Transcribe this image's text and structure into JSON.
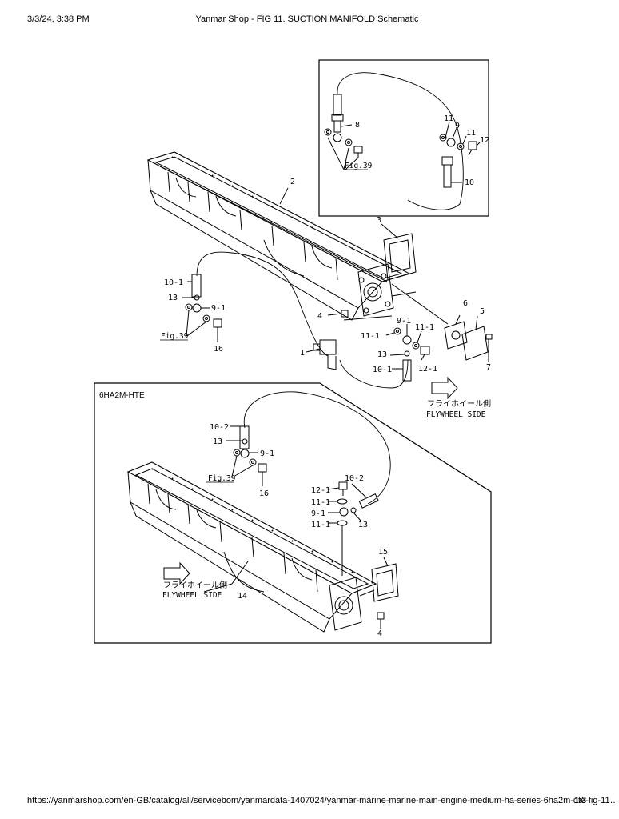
{
  "header": {
    "timestamp": "3/3/24, 3:38 PM",
    "title": "Yanmar Shop - FIG 11. SUCTION MANIFOLD Schematic"
  },
  "footer": {
    "url": "https://yanmarshop.com/en-GB/catalog/all/servicebom/yanmardata-1407024/yanmar-marine-marine-main-engine-medium-ha-series-6ha2m-dte-fig-11…",
    "page": "1/3"
  },
  "diagram": {
    "inset_top": {
      "labels": {
        "p8": "8",
        "p9": "9",
        "p10": "10",
        "p11a": "11",
        "p11b": "11",
        "p12": "12",
        "fig": "Fig.39"
      }
    },
    "main": {
      "labels": {
        "p1": "1",
        "p2": "2",
        "p3": "3",
        "p4": "4",
        "p5": "5",
        "p6": "6",
        "p7": "7",
        "p10_1": "10-1",
        "p13": "13",
        "p9_1": "9-1",
        "p16": "16",
        "fig": "Fig.39",
        "p11_1a": "11-1",
        "p9_1b": "9-1",
        "p11_1b": "11-1",
        "p13b": "13",
        "p12_1": "12-1",
        "p10_1b": "10-1"
      },
      "flywheel_jp": "フライホイール側",
      "flywheel_en": "FLYWHEEL SIDE"
    },
    "inset_bottom": {
      "title": "6HA2M-HTE",
      "labels": {
        "p10_2": "10-2",
        "p13": "13",
        "p9_1": "9-1",
        "fig": "Fig.39",
        "p16": "16",
        "p10_2b": "10-2",
        "p12_1": "12-1",
        "p11_1a": "11-1",
        "p9_1b": "9-1",
        "p11_1b": "11-1",
        "p13b": "13",
        "p15": "15",
        "p14": "14",
        "p4": "4"
      },
      "flywheel_jp": "フライホイール側",
      "flywheel_en": "FLYWHEEL SIDE"
    }
  }
}
